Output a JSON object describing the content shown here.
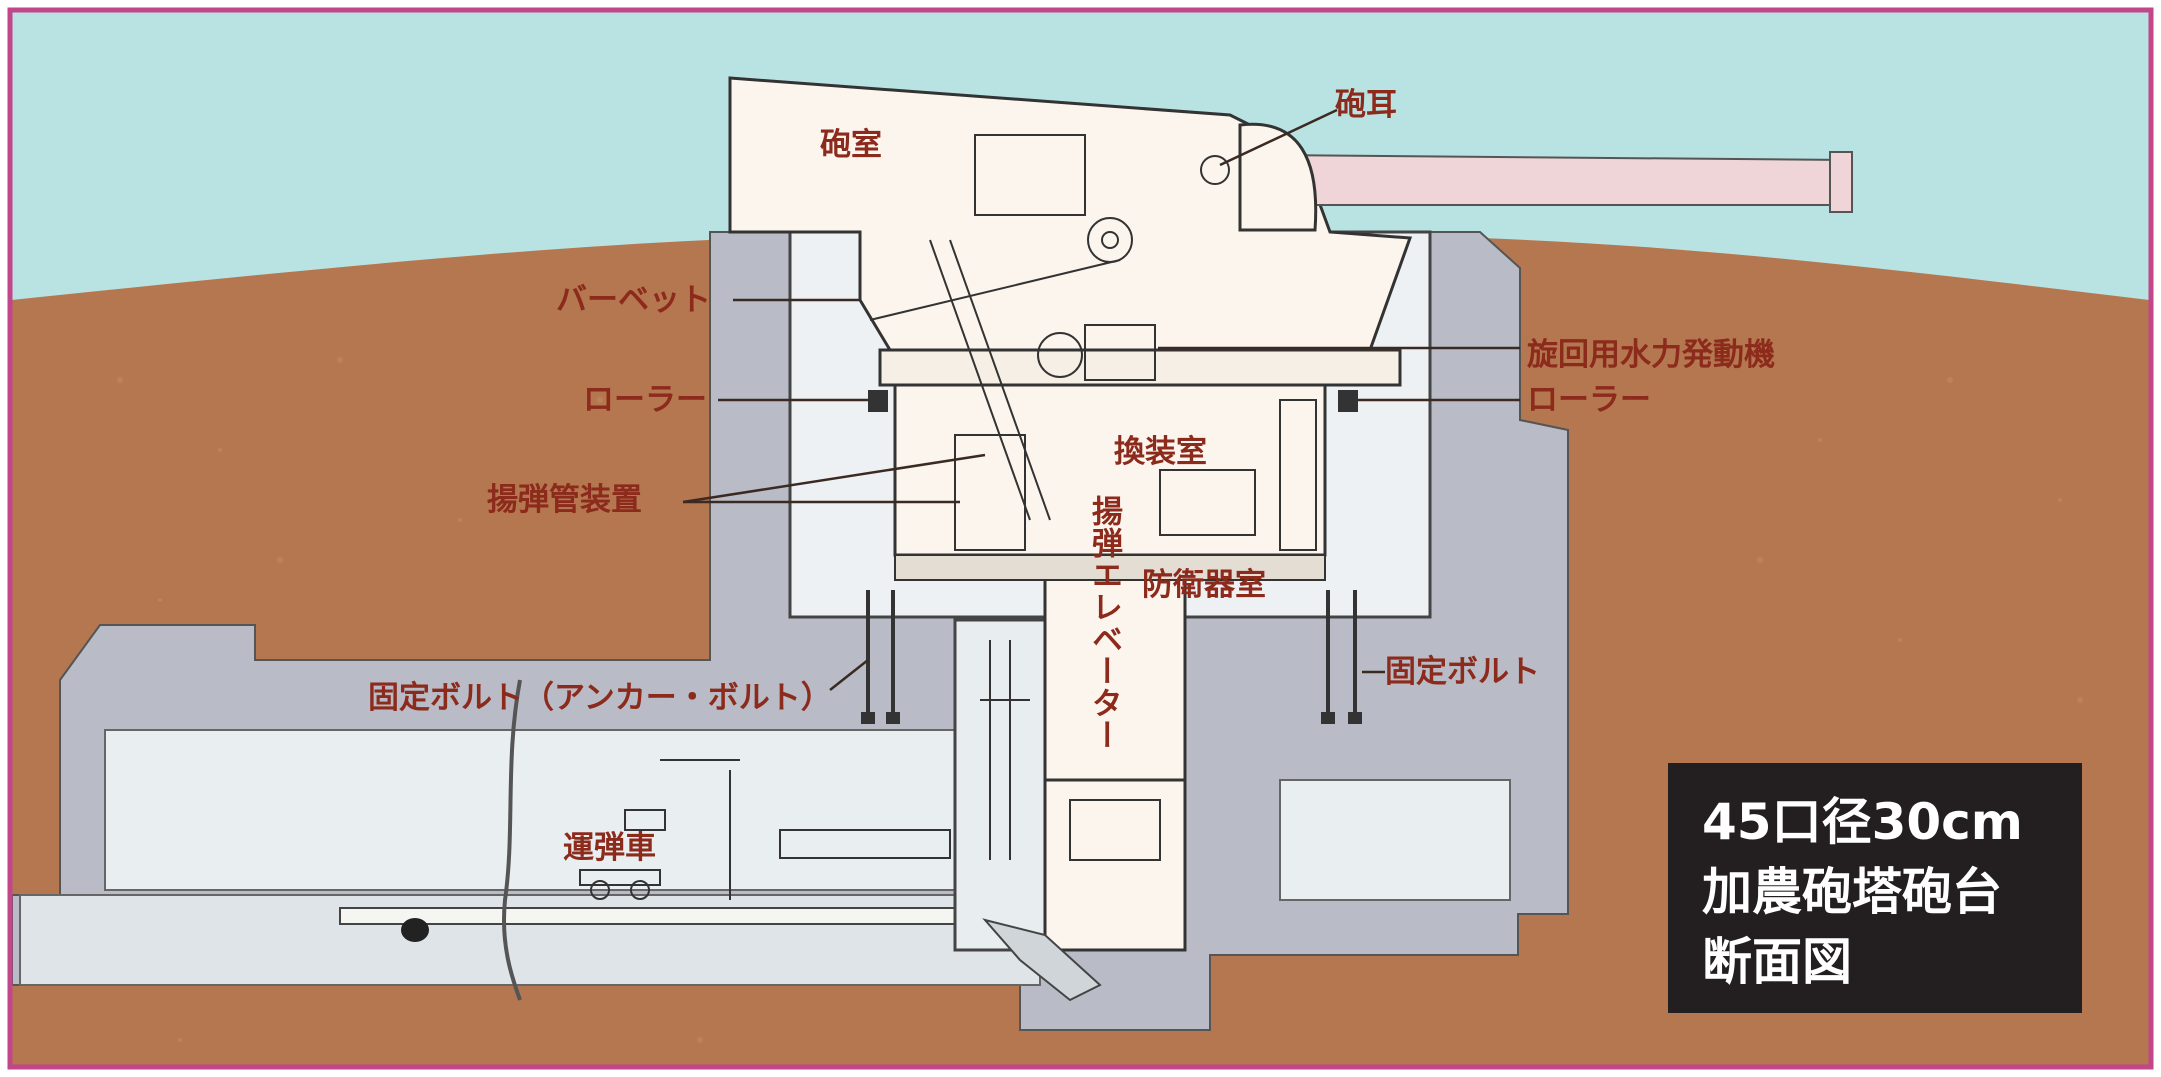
{
  "diagram": {
    "title_lines": [
      "45口径30cm",
      "加農砲塔砲台",
      "断面図"
    ],
    "labels": {
      "gun_room": "砲室",
      "trunnion": "砲耳",
      "barbette": "バーベット",
      "traverse_engine": "旋回用水力発動機",
      "roller_left": "ローラー",
      "roller_right": "ローラー",
      "loading_room": "換装室",
      "hoist_device": "揚弾管装置",
      "shell_elevator": "揚弾エレベーター",
      "defense_room": "防衛器室",
      "anchor_bolt_left": "固定ボルト（アンカー・ボルト）",
      "anchor_bolt_right": "固定ボルト",
      "ammo_cart": "運弾車"
    },
    "colors": {
      "sky": "#b9e2e2",
      "earth": "#b4774f",
      "concrete": "#b9bcc6",
      "interior": "#eef1f3",
      "structure": "#fbf5ee",
      "gun_barrel": "#efd5d8",
      "label": "#8c2a1c",
      "border": "#c2468a",
      "title_box": "#231f20"
    }
  }
}
